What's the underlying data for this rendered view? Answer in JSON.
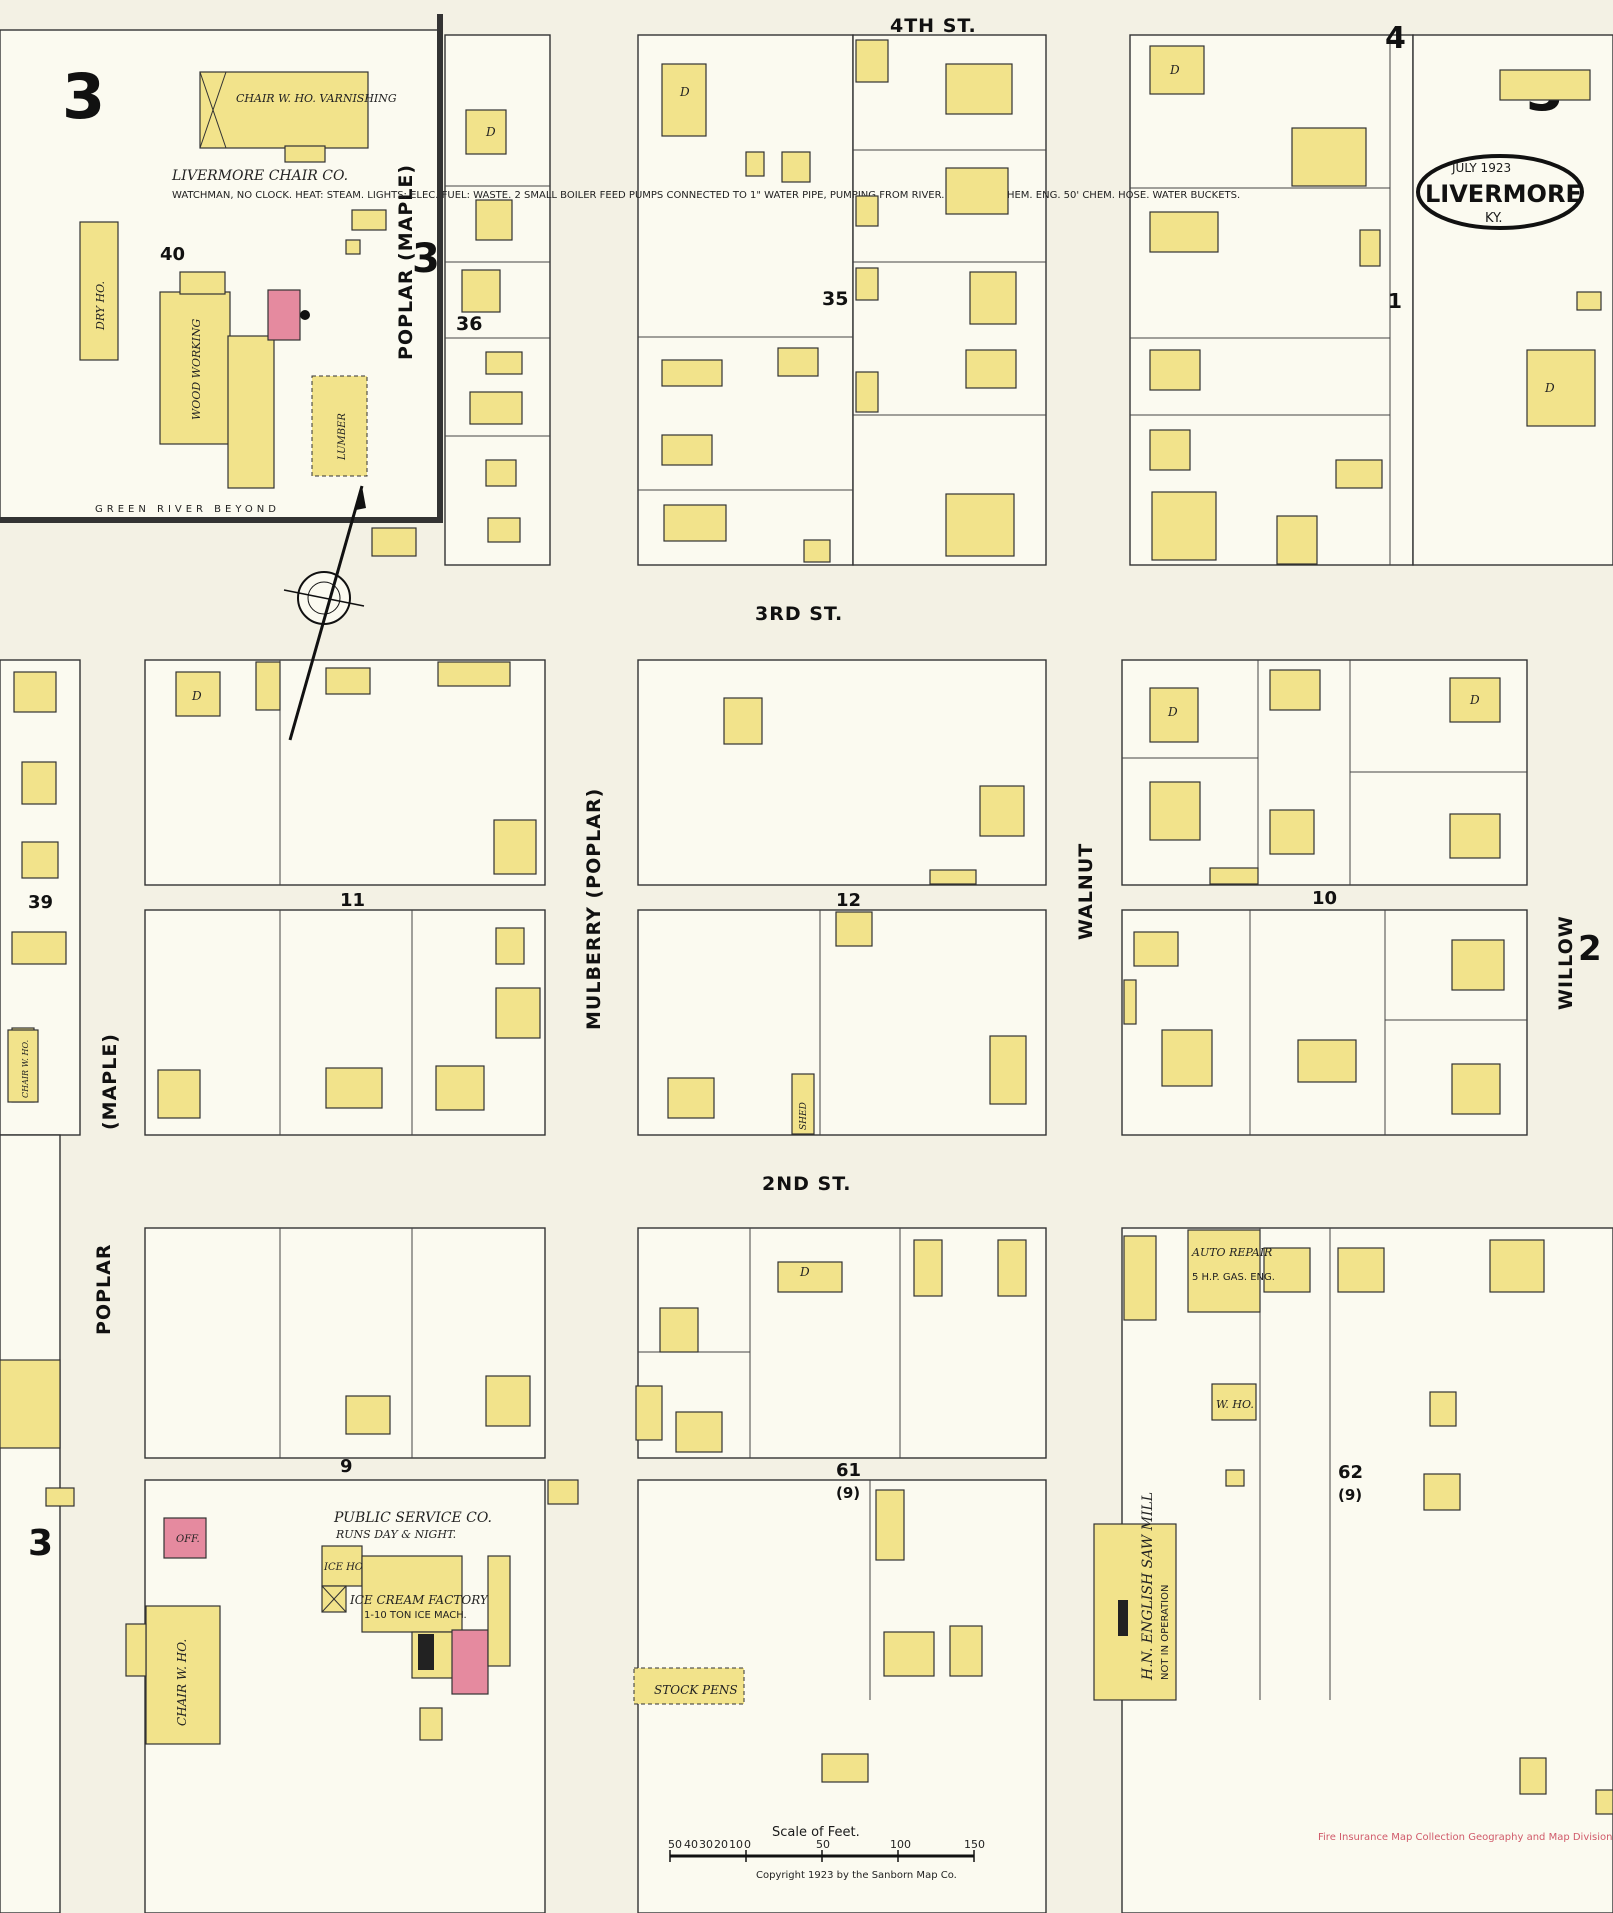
{
  "sheet": {
    "number": "3",
    "corner_number": "3",
    "date": "JULY 1923",
    "town": "LIVERMORE",
    "state": "KY.",
    "adjacent": [
      "4",
      "1",
      "2",
      "3",
      "3",
      "39",
      "40"
    ]
  },
  "streets": {
    "fourth": "4TH ST.",
    "third": "3RD ST.",
    "second": "2ND ST.",
    "poplar_maple": "POPLAR (MAPLE)",
    "mulberry": "MULBERRY (POPLAR)",
    "walnut": "WALNUT",
    "willow": "WILLOW",
    "maple": "(MAPLE)",
    "poplar": "POPLAR",
    "green_river": "GREEN RIVER BEYOND"
  },
  "blocks": {
    "b35": "35",
    "b36": "36",
    "b11": "11",
    "b12": "12",
    "b10": "10",
    "b61": "61",
    "b61sub": "(9)",
    "b62": "62",
    "b62sub": "(9)",
    "b9": "9"
  },
  "businesses": {
    "chair_co": "LIVERMORE CHAIR CO.",
    "chair_co_notes": "WATCHMAN, NO CLOCK. HEAT: STEAM. LIGHTS: ELEC. FUEL: WASTE. 2 SMALL BOILER FEED PUMPS CONNECTED TO 1\" WATER PIPE, PUMPING FROM RIVER. 1-30 GAL. CHEM. ENG. 50' CHEM. HOSE. WATER BUCKETS.",
    "chair_wh_varnishing": "CHAIR W. HO. VARNISHING",
    "dry_ho": "DRY HO.",
    "wood_working": "WOOD WORKING",
    "lumber": "LUMBER",
    "public_service": "PUBLIC SERVICE CO.",
    "public_service_sub": "RUNS DAY & NIGHT.",
    "ice_cream": "ICE CREAM FACTORY",
    "ice_mach": "1-10 TON ICE MACH.",
    "ice_ho": "ICE HO.",
    "chair_wh": "CHAIR W. HO.",
    "chair_wh_long": "CHAIR W. HO.",
    "off": "OFF.",
    "stock_pens": "STOCK PENS",
    "auto_repair": "AUTO REPAIR",
    "gas_eng": "5 H.P. GAS. ENG.",
    "w_ho": "W. HO.",
    "saw_mill": "H.N. ENGLISH SAW MILL",
    "not_in_op": "NOT IN OPERATION",
    "shed": "SHED"
  },
  "scale": {
    "title": "Scale of Feet.",
    "ticks": [
      "50",
      "40",
      "30",
      "20",
      "10",
      "0",
      "50",
      "100",
      "150"
    ]
  },
  "credits": {
    "copyright": "Copyright 1923 by the Sanborn Map Co.",
    "stamp": "Fire Insurance Map Collection Geography and Map Division Library of Congress"
  },
  "dwelling_label": "D"
}
